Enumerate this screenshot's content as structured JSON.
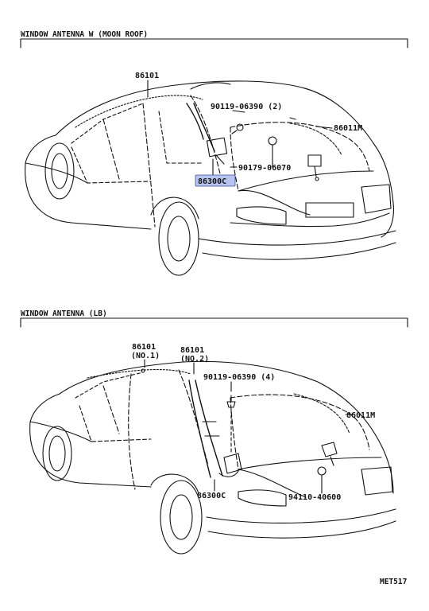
{
  "sections": [
    {
      "title": "WINDOW ANTENNA W (MOON ROOF)",
      "parts": {
        "a": "86101",
        "b": "90119-06390 (2)",
        "c": "86011M",
        "d": "90179-06070",
        "e": "86300C"
      },
      "highlighted_part": "86300C",
      "highlight_color": "#b7c4ef"
    },
    {
      "title": "WINDOW ANTENNA (LB)",
      "parts": {
        "a1": "86101",
        "a1_sub": "(NO.1)",
        "a2": "86101",
        "a2_sub": "(NO.2)",
        "b": "90119-06390 (4)",
        "c": "86011M",
        "e": "86300C",
        "f": "94110-40600"
      }
    }
  ],
  "diagram_code": "MET517"
}
